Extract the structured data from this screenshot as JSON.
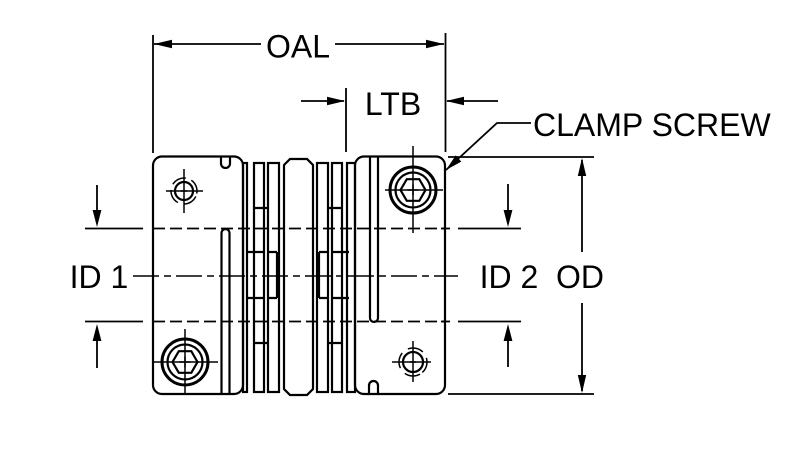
{
  "diagram": {
    "type": "engineering-drawing",
    "subject": "clamp-style disc coupling, front view with dimension callouts",
    "background_color": "#ffffff",
    "line_color": "#000000",
    "labels": {
      "oal": "OAL",
      "ltb": "LTB",
      "clamp_screw": "CLAMP SCREW",
      "id1": "ID 1",
      "id2": "ID 2",
      "od": "OD"
    },
    "icons": {
      "clamp_screw_head": "hex-socket-screw-icon",
      "tapped_hole": "threaded-hole-icon"
    }
  }
}
